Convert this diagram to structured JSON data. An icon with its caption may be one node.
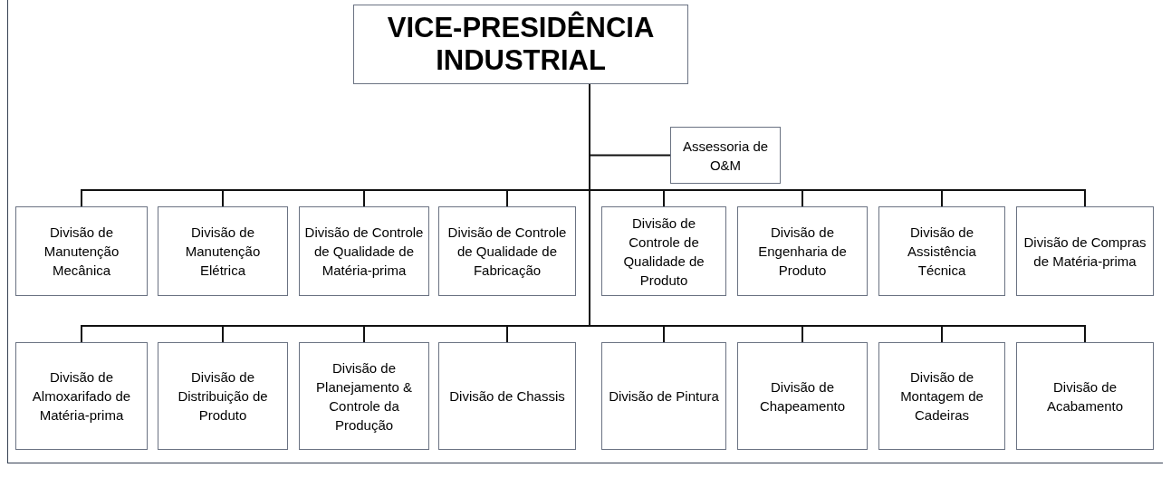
{
  "diagram": {
    "nodes": [
      {
        "text": [
          "VICE-PRESIDÊNCIA INDUSTRIAL"
        ]
      },
      {
        "text": [
          "Assessoria de O&M"
        ]
      },
      {
        "text": [
          "Divisão de Manutenção Mecânica"
        ]
      },
      {
        "text": [
          "Divisão de Manutenção Elétrica"
        ]
      },
      {
        "text": [
          "Divisão de Controle de Qualidade de Matéria-prima"
        ]
      },
      {
        "text": [
          "Divisão de Controle de Qualidade de Fabricação"
        ]
      },
      {
        "text": [
          "Divisão de Controle de Qualidade de Produto"
        ]
      },
      {
        "text": [
          "Divisão de Engenharia de Produto"
        ]
      },
      {
        "text": [
          "Divisão de Assistência Técnica"
        ]
      },
      {
        "text": [
          "Divisão de Compras de Matéria-prima"
        ]
      },
      {
        "text": [
          "Divisão de Almoxarifado de Matéria-prima"
        ]
      },
      {
        "text": [
          "Divisão de Distribuição de Produto"
        ]
      },
      {
        "text": [
          "Divisão de Planejamento & Controle da Produção"
        ]
      },
      {
        "text": [
          "Divisão de Chassis"
        ]
      },
      {
        "text": [
          "Divisão de Pintura"
        ]
      },
      {
        "text": [
          "Divisão de Chapeamento"
        ]
      },
      {
        "text": [
          "Divisão de Montagem de Cadeiras"
        ]
      },
      {
        "text": [
          "Divisão de Acabamento"
        ]
      }
    ],
    "edges": [
      {
        "from": 0,
        "to": 1,
        "arrow": "none"
      },
      {
        "from": 0,
        "to": 2,
        "arrow": "none"
      },
      {
        "from": 0,
        "to": 3,
        "arrow": "none"
      },
      {
        "from": 0,
        "to": 4,
        "arrow": "none"
      },
      {
        "from": 0,
        "to": 5,
        "arrow": "none"
      },
      {
        "from": 0,
        "to": 6,
        "arrow": "none"
      },
      {
        "from": 0,
        "to": 7,
        "arrow": "none"
      },
      {
        "from": 0,
        "to": 8,
        "arrow": "none"
      },
      {
        "from": 0,
        "to": 9,
        "arrow": "none"
      },
      {
        "from": 0,
        "to": 10,
        "arrow": "none"
      },
      {
        "from": 0,
        "to": 11,
        "arrow": "none"
      },
      {
        "from": 0,
        "to": 12,
        "arrow": "none"
      },
      {
        "from": 0,
        "to": 13,
        "arrow": "none"
      },
      {
        "from": 0,
        "to": 14,
        "arrow": "none"
      },
      {
        "from": 0,
        "to": 15,
        "arrow": "none"
      },
      {
        "from": 0,
        "to": 16,
        "arrow": "none"
      },
      {
        "from": 0,
        "to": 17,
        "arrow": "none"
      }
    ]
  }
}
